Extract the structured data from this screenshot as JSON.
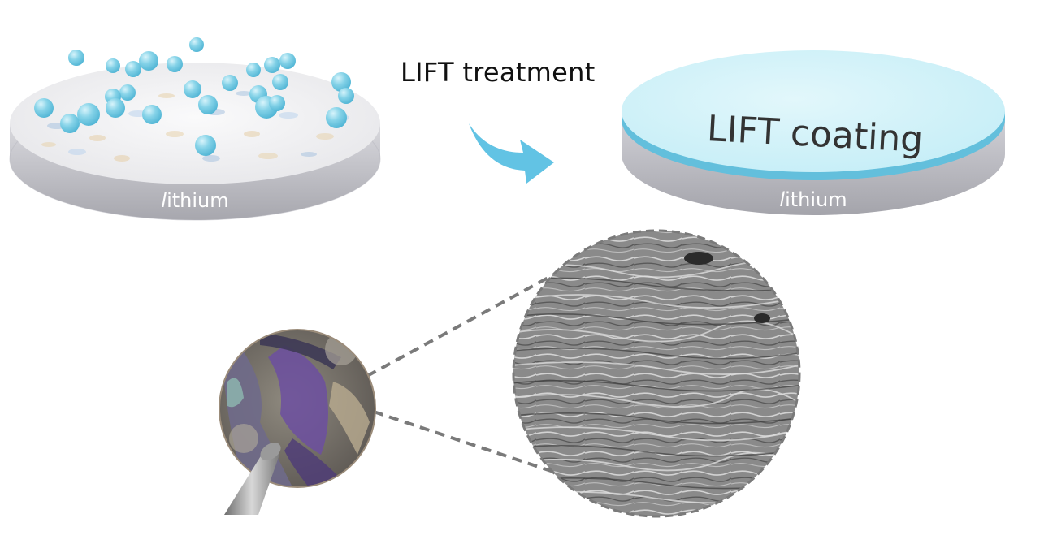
{
  "process": {
    "treatment_label": "LIFT treatment"
  },
  "left_disc": {
    "material_label_italic": "l",
    "material_label_rest": "ithium",
    "particle_color": "#7cd0e6"
  },
  "right_disc": {
    "coating_label": "LIFT coating",
    "material_label_italic": "l",
    "material_label_rest": "ithium",
    "coating_color": "#d3f1f8"
  },
  "colors": {
    "arrow": "#62c3e4",
    "disc_side": "#c9c9cf",
    "disc_top": "#f1f1f3",
    "coating_edge": "#6cc7e3",
    "zoom_lines": "#7a7a7a"
  },
  "images": {
    "photo_icon": "lithium-foil-photo",
    "sem_icon": "sem-micrograph"
  }
}
